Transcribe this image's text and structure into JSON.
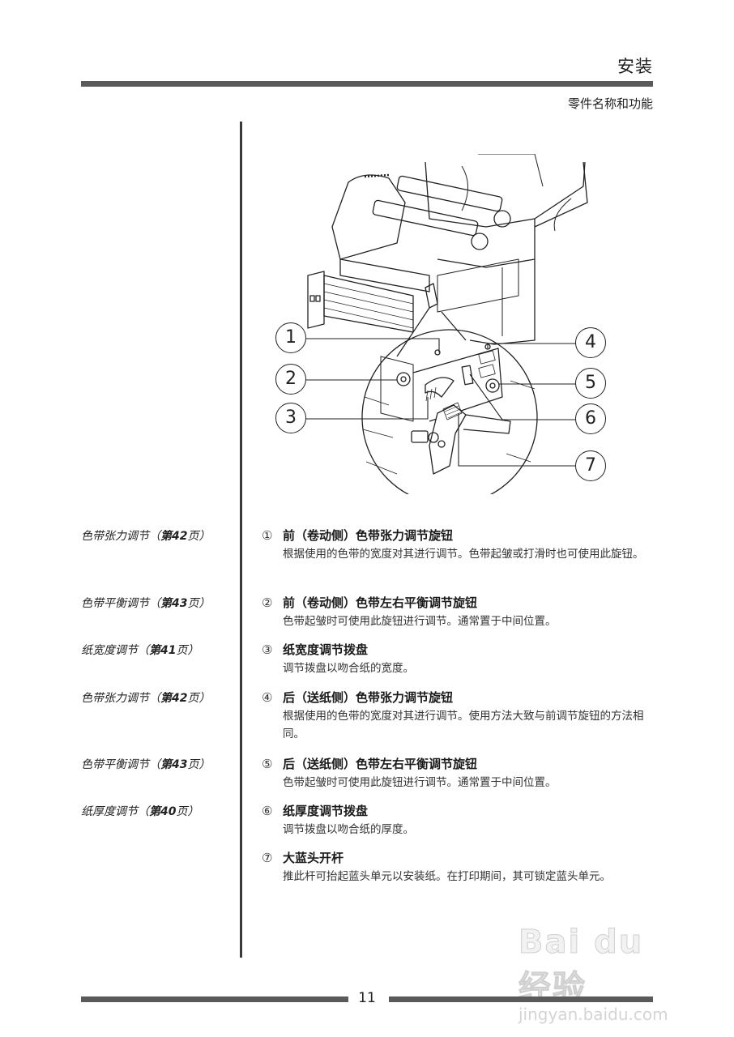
{
  "header": {
    "section_title": "安装",
    "subsection_title": "零件名称和功能"
  },
  "figure": {
    "description": "Printer with open cover, magnified inset of print head mechanism",
    "callouts": [
      "1",
      "2",
      "3",
      "4",
      "5",
      "6",
      "7"
    ]
  },
  "references": [
    {
      "prefix": "色带张力调节（",
      "page": "第42",
      "suffix": "页）"
    },
    {
      "prefix": "色带平衡调节（",
      "page": "第43",
      "suffix": "页）"
    },
    {
      "prefix": "纸宽度调节（",
      "page": "第41",
      "suffix": "页）"
    },
    {
      "prefix": "色带张力调节（",
      "page": "第42",
      "suffix": "页）"
    },
    {
      "prefix": "色带平衡调节（",
      "page": "第43",
      "suffix": "页）"
    },
    {
      "prefix": "纸厚度调节（",
      "page": "第40",
      "suffix": "页）"
    }
  ],
  "items": [
    {
      "num": "①",
      "title": "前（卷动侧）色带张力调节旋钮",
      "desc": "根据使用的色带的宽度对其进行调节。色带起皱或打滑时也可使用此旋钮。"
    },
    {
      "num": "②",
      "title": "前（卷动侧）色带左右平衡调节旋钮",
      "desc": "色带起皱时可使用此旋钮进行调节。通常置于中间位置。"
    },
    {
      "num": "③",
      "title": "纸宽度调节拨盘",
      "desc": "调节拨盘以吻合纸的宽度。"
    },
    {
      "num": "④",
      "title": "后（送纸侧）色带张力调节旋钮",
      "desc": "根据使用的色带的宽度对其进行调节。使用方法大致与前调节旋钮的方法相同。"
    },
    {
      "num": "⑤",
      "title": "后（送纸侧）色带左右平衡调节旋钮",
      "desc": "色带起皱时可使用此旋钮进行调节。通常置于中间位置。"
    },
    {
      "num": "⑥",
      "title": "纸厚度调节拨盘",
      "desc": "调节拨盘以吻合纸的厚度。"
    },
    {
      "num": "⑦",
      "title": "大蓝头开杆",
      "desc": "推此杆可抬起蓝头单元以安装纸。在打印期间，其可锁定蓝头单元。"
    }
  ],
  "footer": {
    "page_number": "11"
  },
  "watermark": {
    "logo": "Bai du 经验",
    "url": "jingyan.baidu.com"
  }
}
